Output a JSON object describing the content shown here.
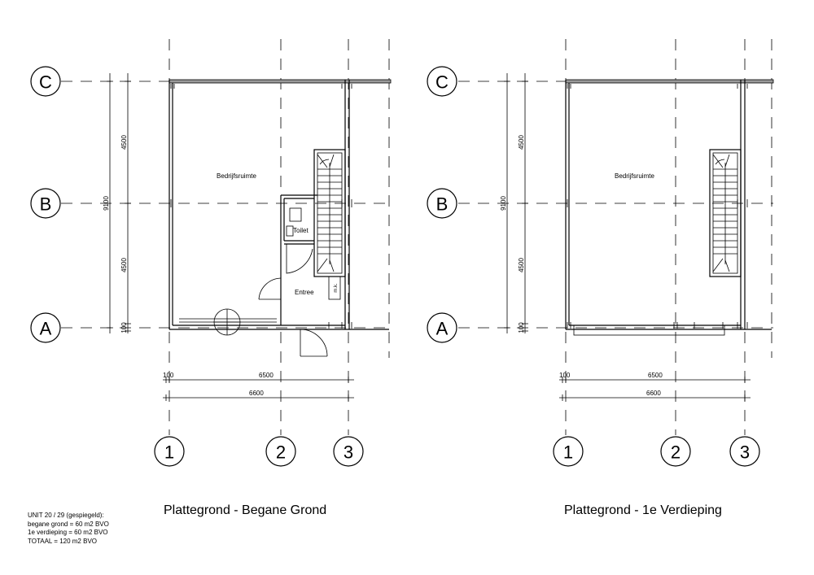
{
  "plans": [
    {
      "title": "Plattegrond - Begane Grond",
      "grid_rows": [
        "C",
        "B",
        "A"
      ],
      "grid_cols": [
        "1",
        "2",
        "3"
      ],
      "vertical_dims": {
        "total": "9100",
        "upper": "4500",
        "lower": "4500",
        "edge": "100"
      },
      "horizontal_dims": {
        "edge": "100",
        "span": "6500",
        "total": "6600"
      },
      "rooms": {
        "main": "Bedrijfsruimte",
        "toilet": "Toilet",
        "entrance": "Entree",
        "meter": "m.k."
      }
    },
    {
      "title": "Plattegrond - 1e Verdieping",
      "grid_rows": [
        "C",
        "B",
        "A"
      ],
      "grid_cols": [
        "1",
        "2",
        "3"
      ],
      "vertical_dims": {
        "total": "9100",
        "upper": "4500",
        "lower": "4500",
        "edge": "100"
      },
      "horizontal_dims": {
        "edge": "100",
        "span": "6500",
        "total": "6600"
      },
      "rooms": {
        "main": "Bedrijfsruimte"
      }
    }
  ],
  "legend": [
    "UNIT 20 / 29 (gespiegeld):",
    "begane grond = 60 m2 BVO",
    "1e verdieping = 60 m2 BVO",
    "TOTAAL = 120 m2 BVO"
  ]
}
